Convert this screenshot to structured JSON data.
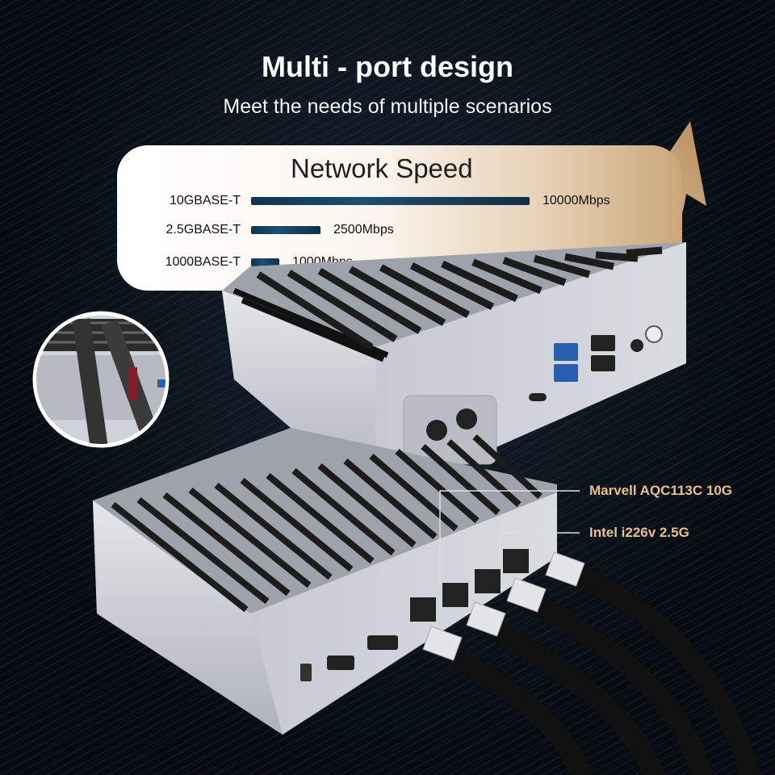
{
  "header": {
    "title": "Multi - port design",
    "subtitle": "Meet the needs of multiple scenarios"
  },
  "network_speed": {
    "title": "Network Speed",
    "rows": [
      {
        "label": "10GBASE-T",
        "value_text": "10000Mbps",
        "mbps": 10000
      },
      {
        "label": "2.5GBASE-T",
        "value_text": "2500Mbps",
        "mbps": 2500
      },
      {
        "label": "1000BASE-T",
        "value_text": "1000Mbps",
        "mbps": 1000
      }
    ]
  },
  "callouts": [
    {
      "text": "Marvell AQC113C 10G"
    },
    {
      "text": "Intel i226v 2.5G"
    }
  ],
  "colors": {
    "bar": "#1d4f6f",
    "callout": "#e8c08a",
    "arrow": "#c9a274",
    "device_body": "#c9ccd3"
  }
}
